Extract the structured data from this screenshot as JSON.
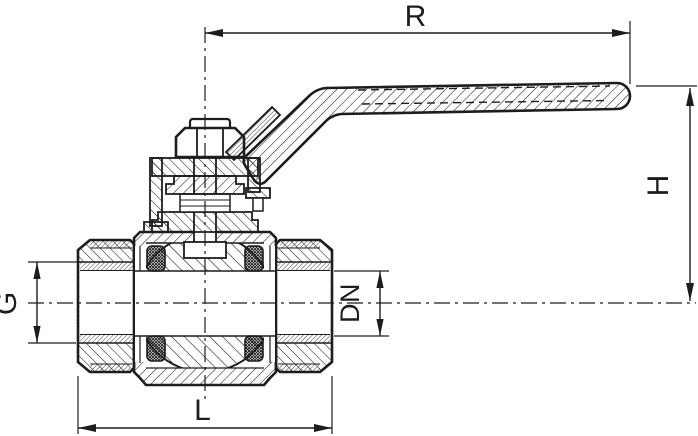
{
  "drawing": {
    "type": "technical-sectional-drawing",
    "subject": "ball-valve-with-lever-handle",
    "background_color": "#ffffff",
    "line_color": "#1d1d1b",
    "labels": {
      "r": "R",
      "h": "H",
      "g": "G",
      "dn": "DN",
      "l": "L"
    }
  }
}
